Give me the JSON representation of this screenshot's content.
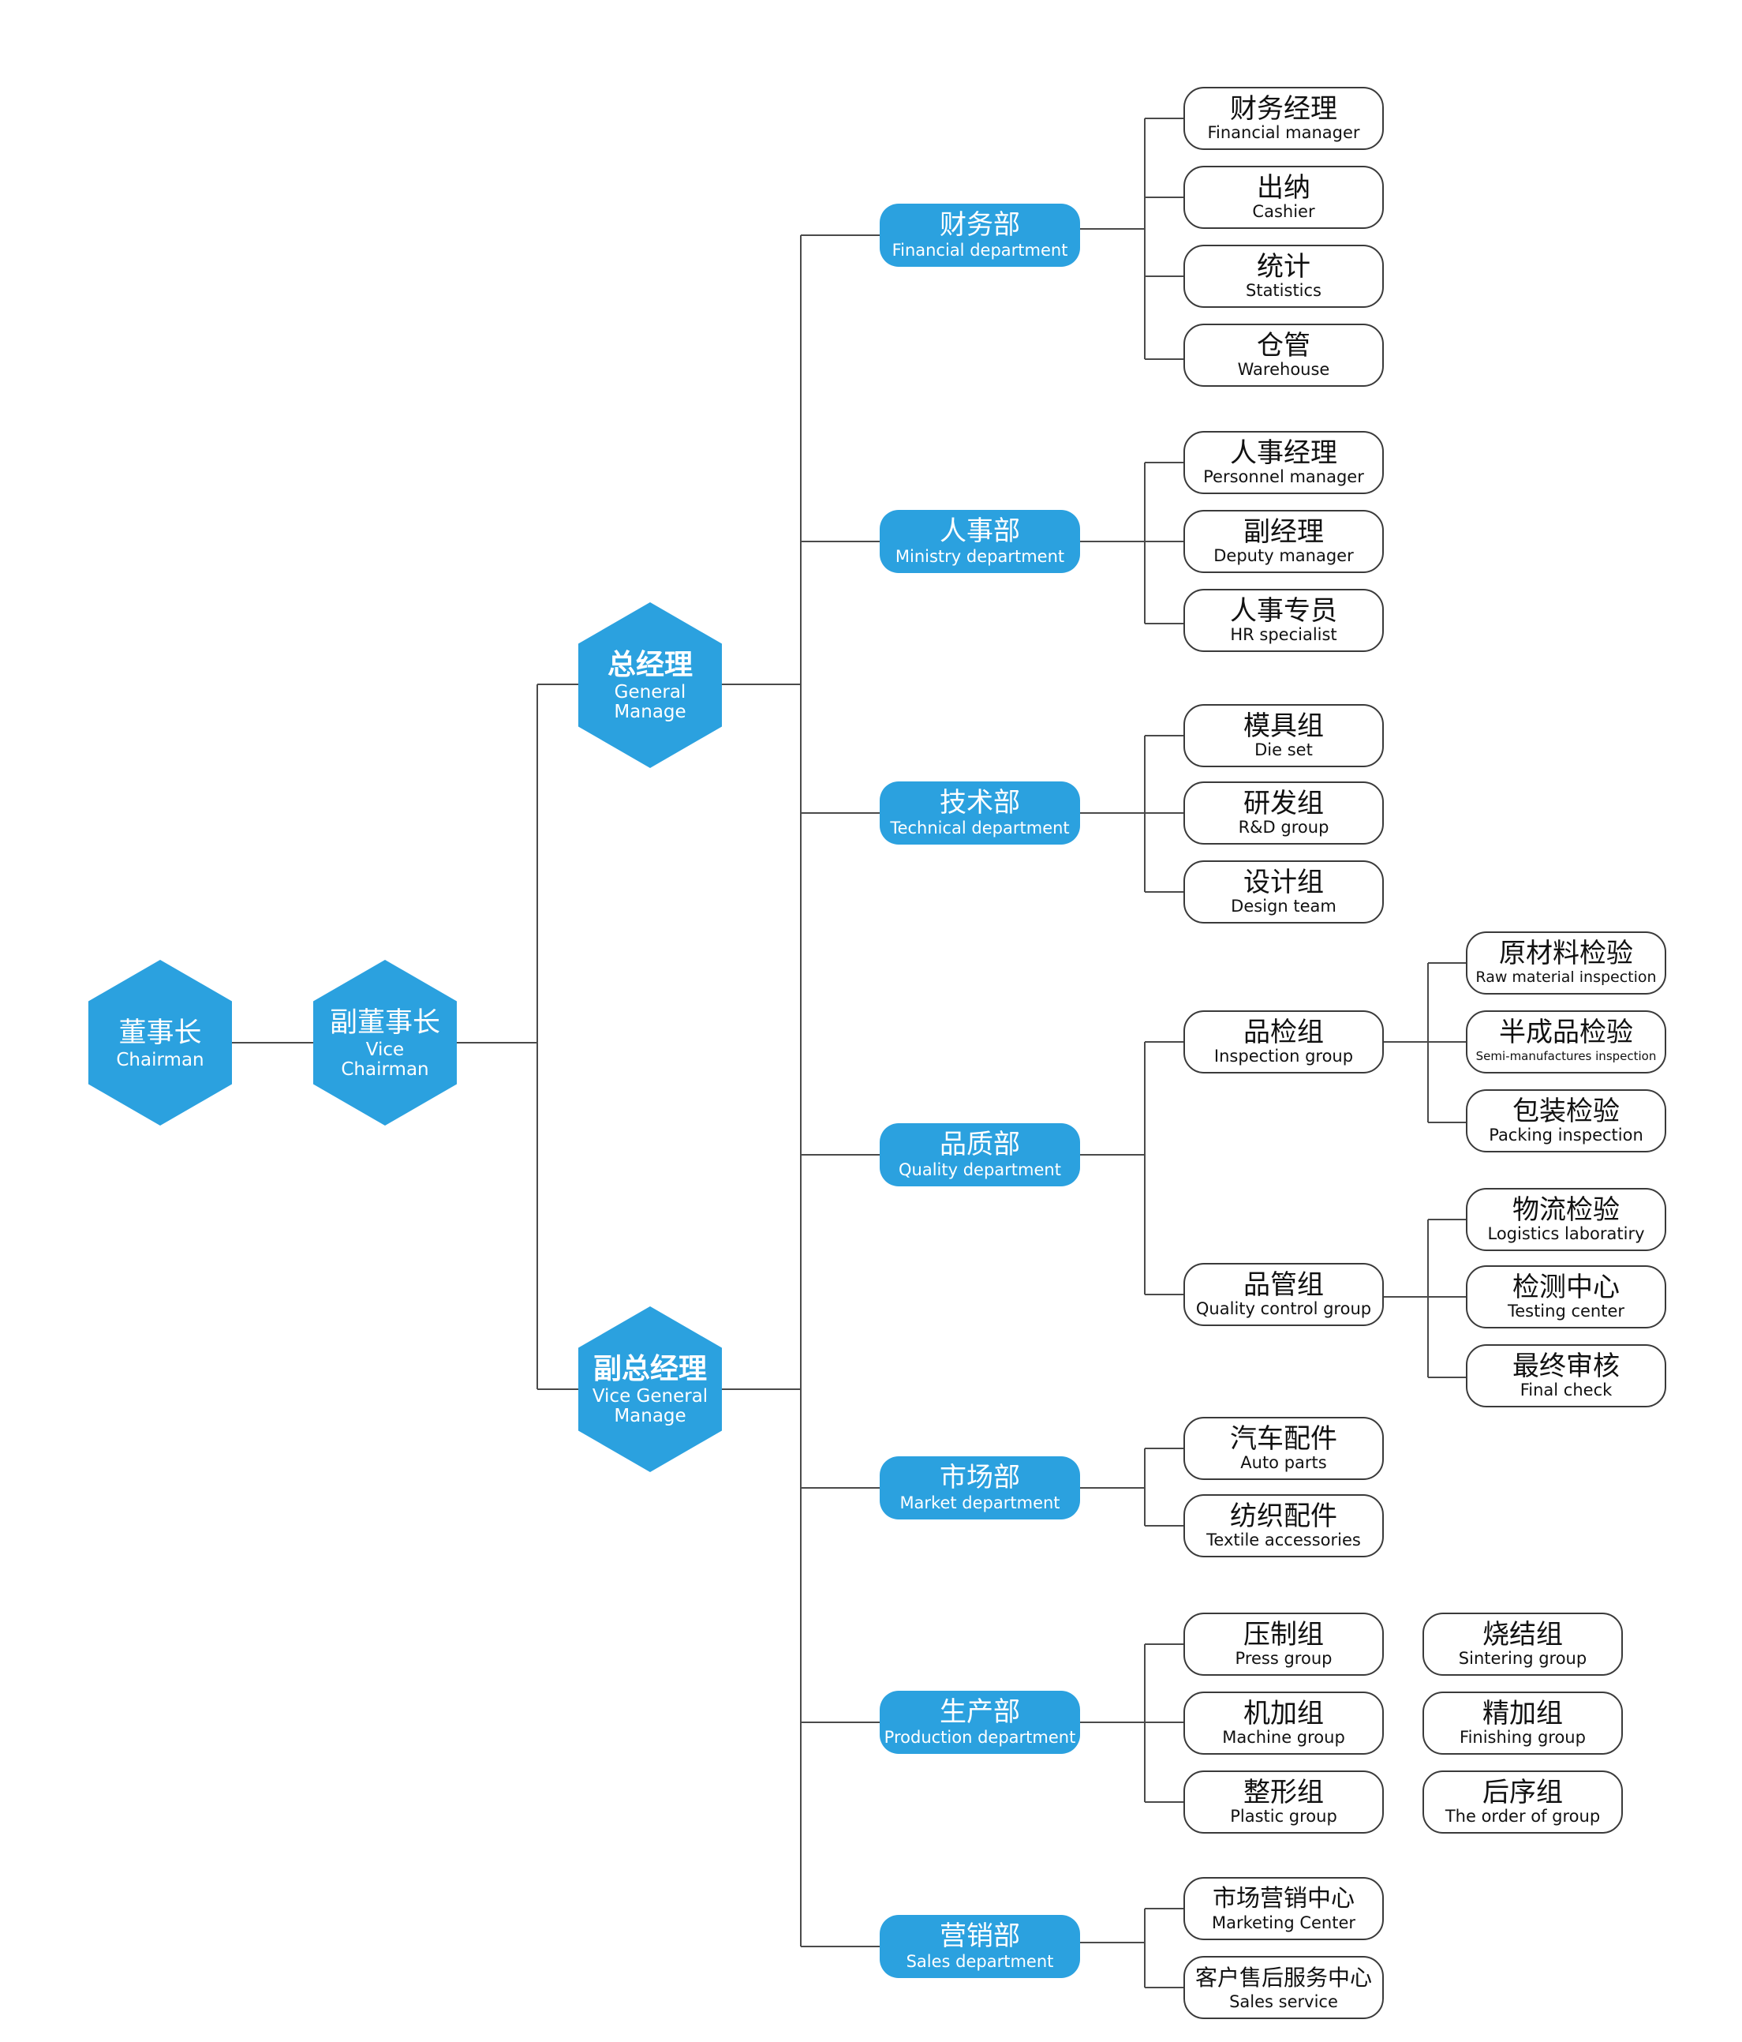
{
  "chairman": {
    "zh": "董事长",
    "en": "Chairman"
  },
  "vice_chairman": {
    "zh": "副董事长",
    "en": "Vice Chairman"
  },
  "general_manager": {
    "zh": "总经理",
    "en": "General Manage"
  },
  "vice_general_manager": {
    "zh": "副总经理",
    "en": "Vice General Manage"
  },
  "departments": [
    {
      "zh": "财务部",
      "en": "Financial department"
    },
    {
      "zh": "人事部",
      "en": "Ministry department"
    },
    {
      "zh": "技术部",
      "en": "Technical department"
    },
    {
      "zh": "品质部",
      "en": "Quality department"
    },
    {
      "zh": "市场部",
      "en": "Market department"
    },
    {
      "zh": "生产部",
      "en": "Production department"
    },
    {
      "zh": "营销部",
      "en": "Sales department"
    }
  ],
  "financial_units": [
    {
      "zh": "财务经理",
      "en": "Financial manager"
    },
    {
      "zh": "出纳",
      "en": "Cashier"
    },
    {
      "zh": "统计",
      "en": "Statistics"
    },
    {
      "zh": "仓管",
      "en": "Warehouse"
    }
  ],
  "hr_units": [
    {
      "zh": "人事经理",
      "en": "Personnel manager"
    },
    {
      "zh": "副经理",
      "en": "Deputy manager"
    },
    {
      "zh": "人事专员",
      "en": "HR specialist"
    }
  ],
  "technical_units": [
    {
      "zh": "模具组",
      "en": "Die set"
    },
    {
      "zh": "研发组",
      "en": "R&D group"
    },
    {
      "zh": "设计组",
      "en": "Design team"
    }
  ],
  "quality_groups": [
    {
      "zh": "品检组",
      "en": "Inspection group"
    },
    {
      "zh": "品管组",
      "en": "Quality control group"
    }
  ],
  "inspection_units": [
    {
      "zh": "原材料检验",
      "en": "Raw material inspection"
    },
    {
      "zh": "半成品检验",
      "en": "Semi-manufactures inspection"
    },
    {
      "zh": "包装检验",
      "en": "Packing inspection"
    }
  ],
  "quality_control_units": [
    {
      "zh": "物流检验",
      "en": "Logistics laboratiry"
    },
    {
      "zh": "检测中心",
      "en": "Testing center"
    },
    {
      "zh": "最终审核",
      "en": "Final check"
    }
  ],
  "market_units": [
    {
      "zh": "汽车配件",
      "en": "Auto parts"
    },
    {
      "zh": "纺织配件",
      "en": "Textile accessories"
    }
  ],
  "production_units": [
    {
      "zh": "压制组",
      "en": "Press group"
    },
    {
      "zh": "机加组",
      "en": "Machine group"
    },
    {
      "zh": "整形组",
      "en": "Plastic group"
    },
    {
      "zh": "烧结组",
      "en": "Sintering group"
    },
    {
      "zh": "精加组",
      "en": "Finishing group"
    },
    {
      "zh": "后序组",
      "en": "The order of group"
    }
  ],
  "sales_units": [
    {
      "zh": "市场营销中心",
      "en": "Marketing Center"
    },
    {
      "zh": "客户售后服务中心",
      "en": "Sales service"
    }
  ],
  "colors": {
    "node_fill": "#2ba1df",
    "line": "#4a4a4a",
    "box_border": "#3a3a3a"
  }
}
